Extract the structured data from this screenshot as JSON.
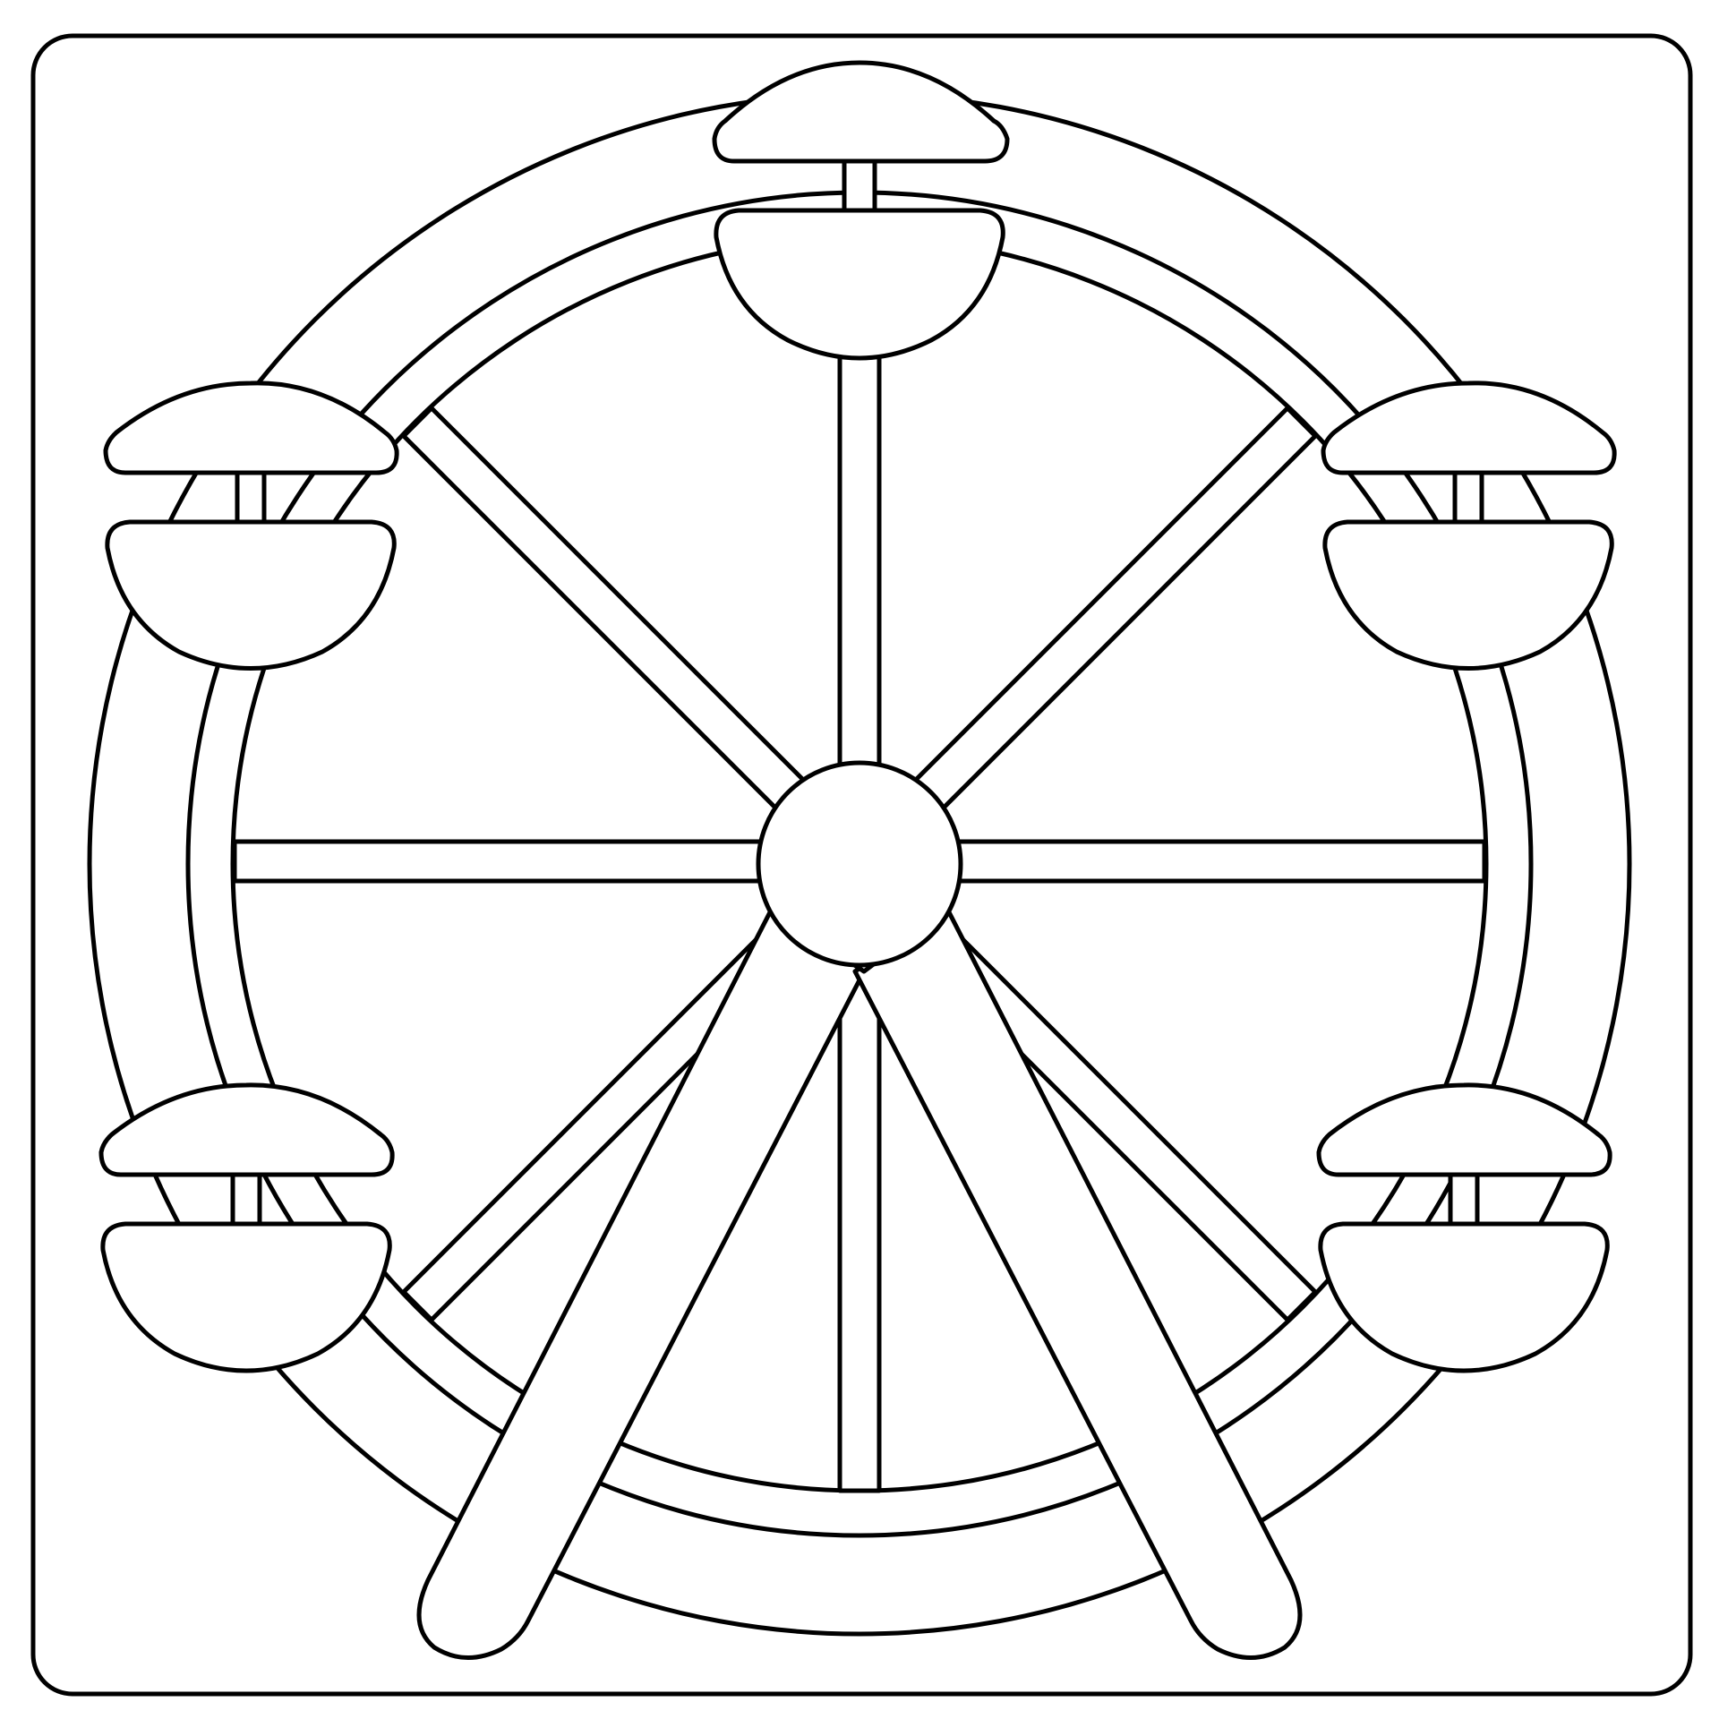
{
  "illustration": {
    "subject": "ferris-wheel",
    "style": "line-art",
    "colors": {
      "stroke": "#000000",
      "fill": "#ffffff",
      "background": "#ffffff"
    },
    "gondola_count": 5,
    "spoke_count": 8,
    "support_leg_count": 2
  }
}
